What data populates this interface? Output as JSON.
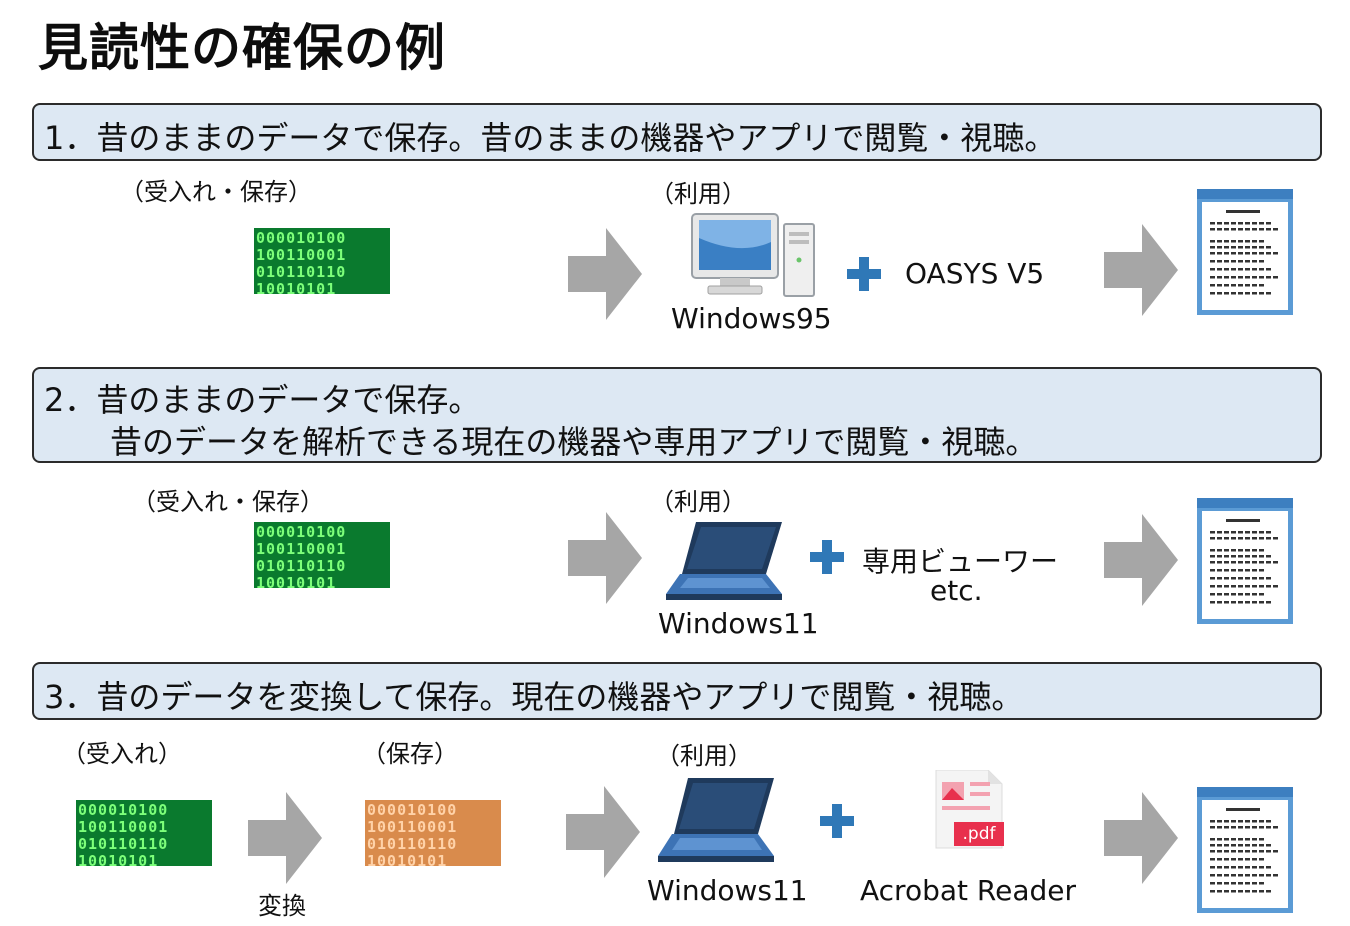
{
  "page": {
    "title": "見読性の確保の例"
  },
  "sections": [
    {
      "header_line1": "1．昔のままのデータで保存。昔のままの機器やアプリで閲覧・視聴。",
      "label_receive": "（受入れ・保存）",
      "label_use": "（利用）",
      "device_caption": "Windows95",
      "app_label": "OASYS V5"
    },
    {
      "header_line1": "2．昔のままのデータで保存。",
      "header_line2": "昔のデータを解析できる現在の機器や専用アプリで閲覧・視聴。",
      "label_receive": "（受入れ・保存）",
      "label_use": "（利用）",
      "device_caption": "Windows11",
      "app_label_line1": "専用ビューワー",
      "app_label_line2": "etc."
    },
    {
      "header_line1": "3．昔のデータを変換して保存。現在の機器やアプリで閲覧・視聴。",
      "label_receive": "（受入れ）",
      "label_save": "（保存）",
      "label_use": "（利用）",
      "convert_label": "変換",
      "device_caption": "Windows11",
      "app_label": "Acrobat Reader",
      "pdf_badge": ".pdf"
    }
  ],
  "binary_rows": [
    "000010100",
    "100110001",
    "010110110",
    "10010101"
  ],
  "colors": {
    "header_fill": "#dde8f3",
    "arrow": "#a6a6a6",
    "plus": "#2f78b7",
    "binary_green_bg": "#0a7a2e",
    "binary_green_fg": "#7dff7a",
    "binary_orange_bg": "#d98b4c",
    "binary_orange_fg": "#ffd2a8",
    "pdf_red": "#e8304d"
  },
  "icons": [
    "binary-data-icon",
    "arrow-right-icon",
    "desktop-computer-icon",
    "laptop-icon",
    "plus-icon",
    "document-icon",
    "pdf-file-icon"
  ]
}
